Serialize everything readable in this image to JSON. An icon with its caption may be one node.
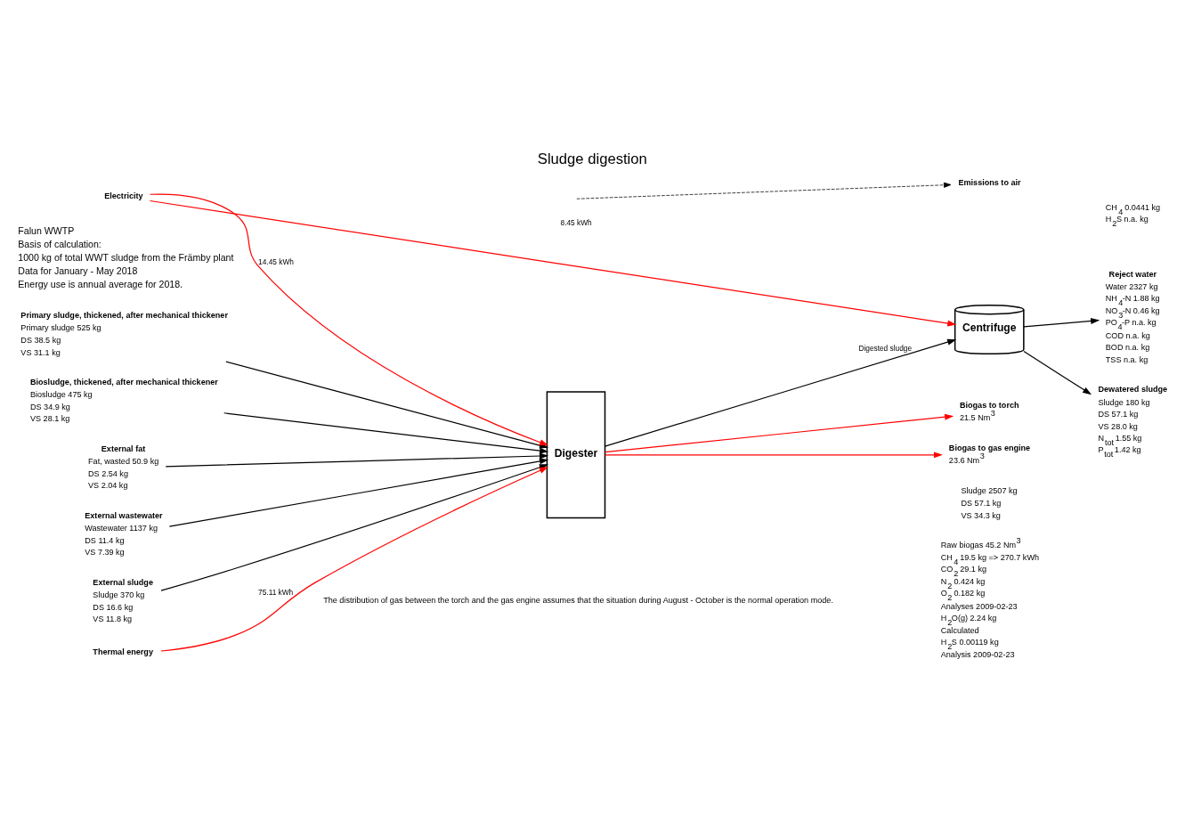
{
  "diagram": {
    "title": "Sludge digestion",
    "nodes": [
      {
        "text": [
          "Digester"
        ]
      },
      {
        "text": [
          "Centrifuge"
        ]
      },
      {
        "text": [
          "Primary sludge, thickened, after mechanical thickener"
        ],
        "beside": [
          "Primary sludge 525 kg",
          "DS 38.5 kg",
          "VS 31.1 kg"
        ]
      },
      {
        "text": [
          "Biosludge, thickened, after mechanical thickener"
        ],
        "beside": [
          "Biosludge 475 kg",
          "DS 34.9 kg",
          "VS 28.1 kg"
        ]
      },
      {
        "text": [
          "External fat"
        ],
        "beside": [
          "Fat, wasted 50.9 kg",
          "DS 2.54 kg",
          "VS 2.04 kg"
        ]
      },
      {
        "text": [
          "External wastewater"
        ],
        "beside": [
          "Wastewater 1137 kg",
          "DS 11.4 kg",
          "VS 7.39 kg"
        ]
      },
      {
        "text": [
          "External sludge"
        ],
        "beside": [
          "Sludge 370 kg",
          "DS 16.6 kg",
          "VS 11.8 kg"
        ]
      },
      {
        "text": [
          "Thermal energy"
        ]
      },
      {
        "text": [
          "Electricity"
        ]
      },
      {
        "text": [
          "Biogas to torch"
        ],
        "beside": [
          "21.5 Nm$^{3}$"
        ]
      },
      {
        "text": [
          "Biogas to gas engine"
        ],
        "beside": [
          "23.6 Nm$^{3}$"
        ]
      },
      {
        "text": [
          "Emissions to air"
        ]
      },
      {
        "text": [
          "Dewatered sludge"
        ],
        "beside": [
          "Sludge 180 kg",
          "DS 57.1 kg",
          "VS 28.0 kg",
          "N$_{tot}$ 1.55 kg",
          "P$_{tot}$ 1.42 kg"
        ]
      },
      {
        "text": [
          "Reject water"
        ],
        "beside": [
          "Water 2327 kg",
          "NH$_{4}$-N 1.88 kg",
          "NO$_{3}$-N 0.46 kg",
          "PO$_{4}$-P n.a. kg",
          "COD n.a. kg",
          "BOD n.a. kg",
          "TSS n.a. kg"
        ]
      }
    ],
    "edges": [
      {
        "from": 2,
        "to": 0,
        "arrow": "to"
      },
      {
        "from": 3,
        "to": 0,
        "arrow": "to"
      },
      {
        "from": 4,
        "to": 0,
        "arrow": "to"
      },
      {
        "from": 5,
        "to": 0,
        "arrow": "to"
      },
      {
        "from": 6,
        "to": 0,
        "arrow": "to"
      },
      {
        "from": 7,
        "to": 0,
        "arrow": "to",
        "label": "75.11 kWh",
        "color": "#ff0000"
      },
      {
        "from": 8,
        "to": 0,
        "arrow": "to",
        "label": "14.45 kWh",
        "color": "#ff0000"
      },
      {
        "from": 8,
        "to": 1,
        "arrow": "to",
        "label": "8.45 kWh",
        "color": "#ff0000"
      },
      {
        "from": 0,
        "to": 9,
        "arrow": "to",
        "color": "#ff0000"
      },
      {
        "from": 0,
        "to": 10,
        "arrow": "to",
        "color": "#ff0000"
      },
      {
        "from": 0,
        "to": 1,
        "arrow": "to",
        "label": "Digested sludge"
      },
      {
        "from": 1,
        "to": 12,
        "arrow": "to"
      },
      {
        "from": 1,
        "to": 13,
        "arrow": "to"
      },
      {
        "from": null,
        "to": 11,
        "arrow": "to",
        "style": "dashed"
      }
    ],
    "labels": [
      "Falun WWTP",
      "Basis of calculation:",
      "1000 kg of total WWT sludge from the Främby plant",
      "Data for January - May 2018",
      "Energy use is annual average for 2018.",
      "The distribution of gas between the torch and the gas engine assumes that the situation during August - October is the normal operation mode.",
      "Raw biogas 45.2 Nm$^{3}$",
      "CH$_{4}$ 19.5 kg => 270.7 kWh",
      "CO$_{2}$ 29.1 kg",
      "N$_{2}$ 0.424 kg",
      "O$_{2}$ 0.182 kg",
      "Analyses 2009-02-23",
      "H$_{2}$O(g) 2.24 kg",
      "Calculated",
      "H$_{2}$S 0.00119 kg",
      "Analysis 2009-02-23",
      "CH$_{4}$ 0.0441 kg",
      "H$_{2}$S n.a. kg",
      "Sludge 2507 kg",
      "DS 57.1 kg",
      "VS 34.3 kg"
    ]
  }
}
